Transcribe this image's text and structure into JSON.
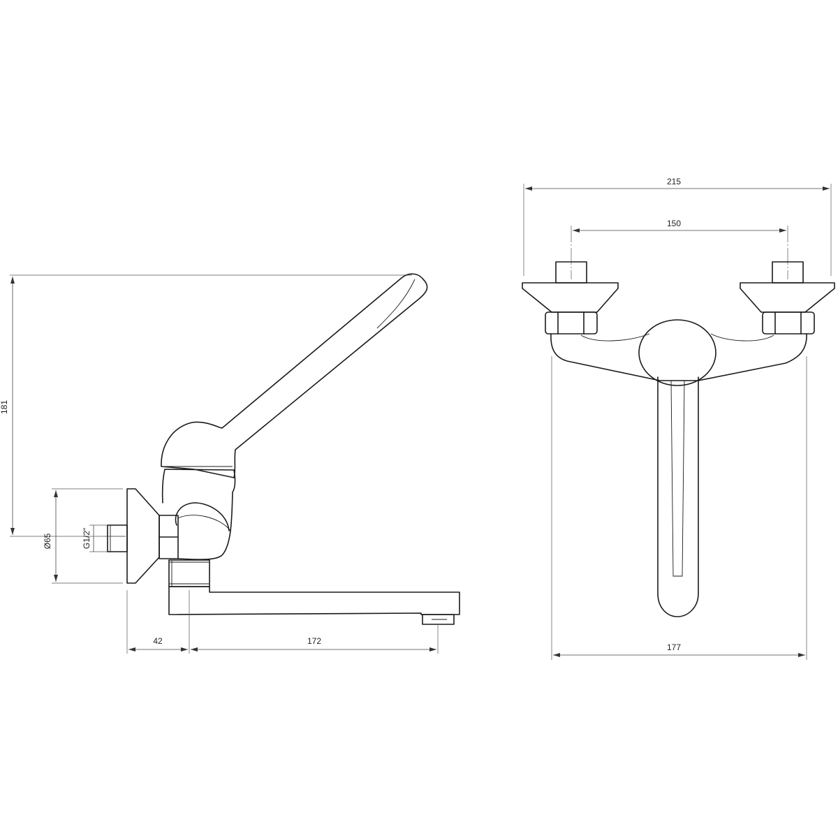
{
  "side_view": {
    "dimensions": {
      "overall_height": "181",
      "escutcheon_diameter": "Ø65",
      "thread": "G1/2\"",
      "wall_to_axis": "42",
      "spout_reach": "172"
    }
  },
  "front_view": {
    "dimensions": {
      "overall_width": "215",
      "connection_spacing": "150",
      "body_width": "177"
    }
  },
  "colors": {
    "line": "#1a1a1a",
    "background": "#ffffff"
  }
}
